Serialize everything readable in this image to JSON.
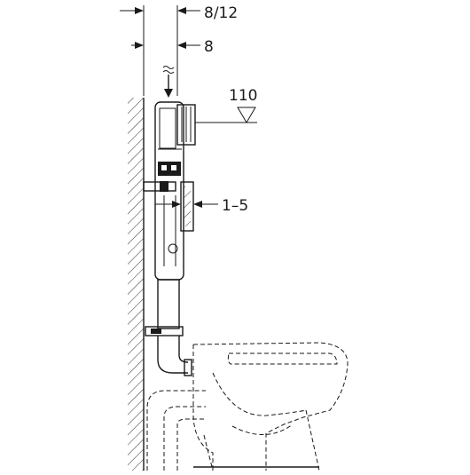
{
  "labels": {
    "dim_top": "8/12",
    "dim_second": "8",
    "height_mark": "110",
    "adjust_range": "1–5"
  },
  "colors": {
    "line": "#1a1a1a",
    "background": "#ffffff",
    "module_fill": "#ffffff",
    "hatch": "#333333"
  }
}
